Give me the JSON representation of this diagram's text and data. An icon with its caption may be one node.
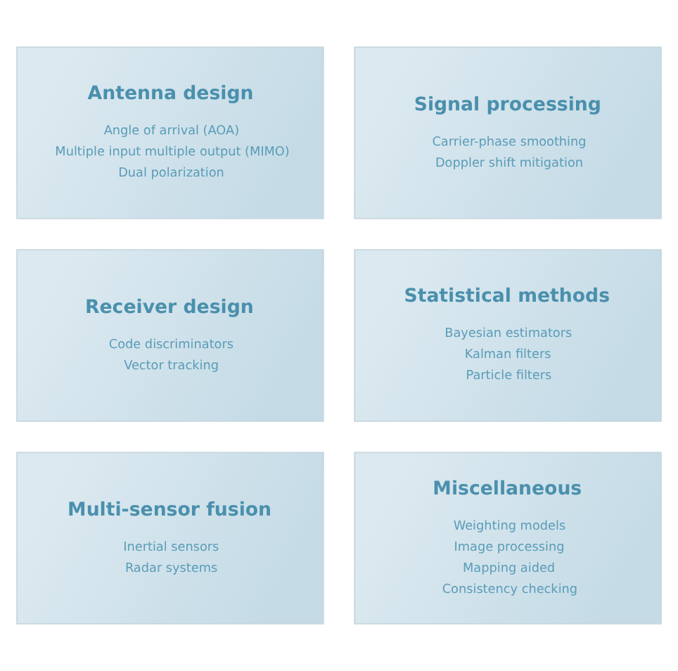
{
  "diagram": {
    "nodes": [
      {
        "text": [
          "Antenna design",
          "Angle of arrival (AOA)",
          "Multiple input multiple output (MIMO)",
          "Dual polarization"
        ]
      },
      {
        "text": [
          "Signal processing",
          "Carrier-phase smoothing",
          "Doppler shift mitigation"
        ]
      },
      {
        "text": [
          "Receiver design",
          "Code discriminators",
          "Vector tracking"
        ]
      },
      {
        "text": [
          "Statistical methods",
          "Bayesian estimators",
          "Kalman filters",
          "Particle filters"
        ]
      },
      {
        "text": [
          "Multi-sensor fusion",
          "Inertial sensors",
          "Radar systems"
        ]
      },
      {
        "text": [
          "Miscellaneous",
          "Weighting models",
          "Image processing",
          "Mapping aided",
          "Consistency checking"
        ]
      }
    ]
  }
}
